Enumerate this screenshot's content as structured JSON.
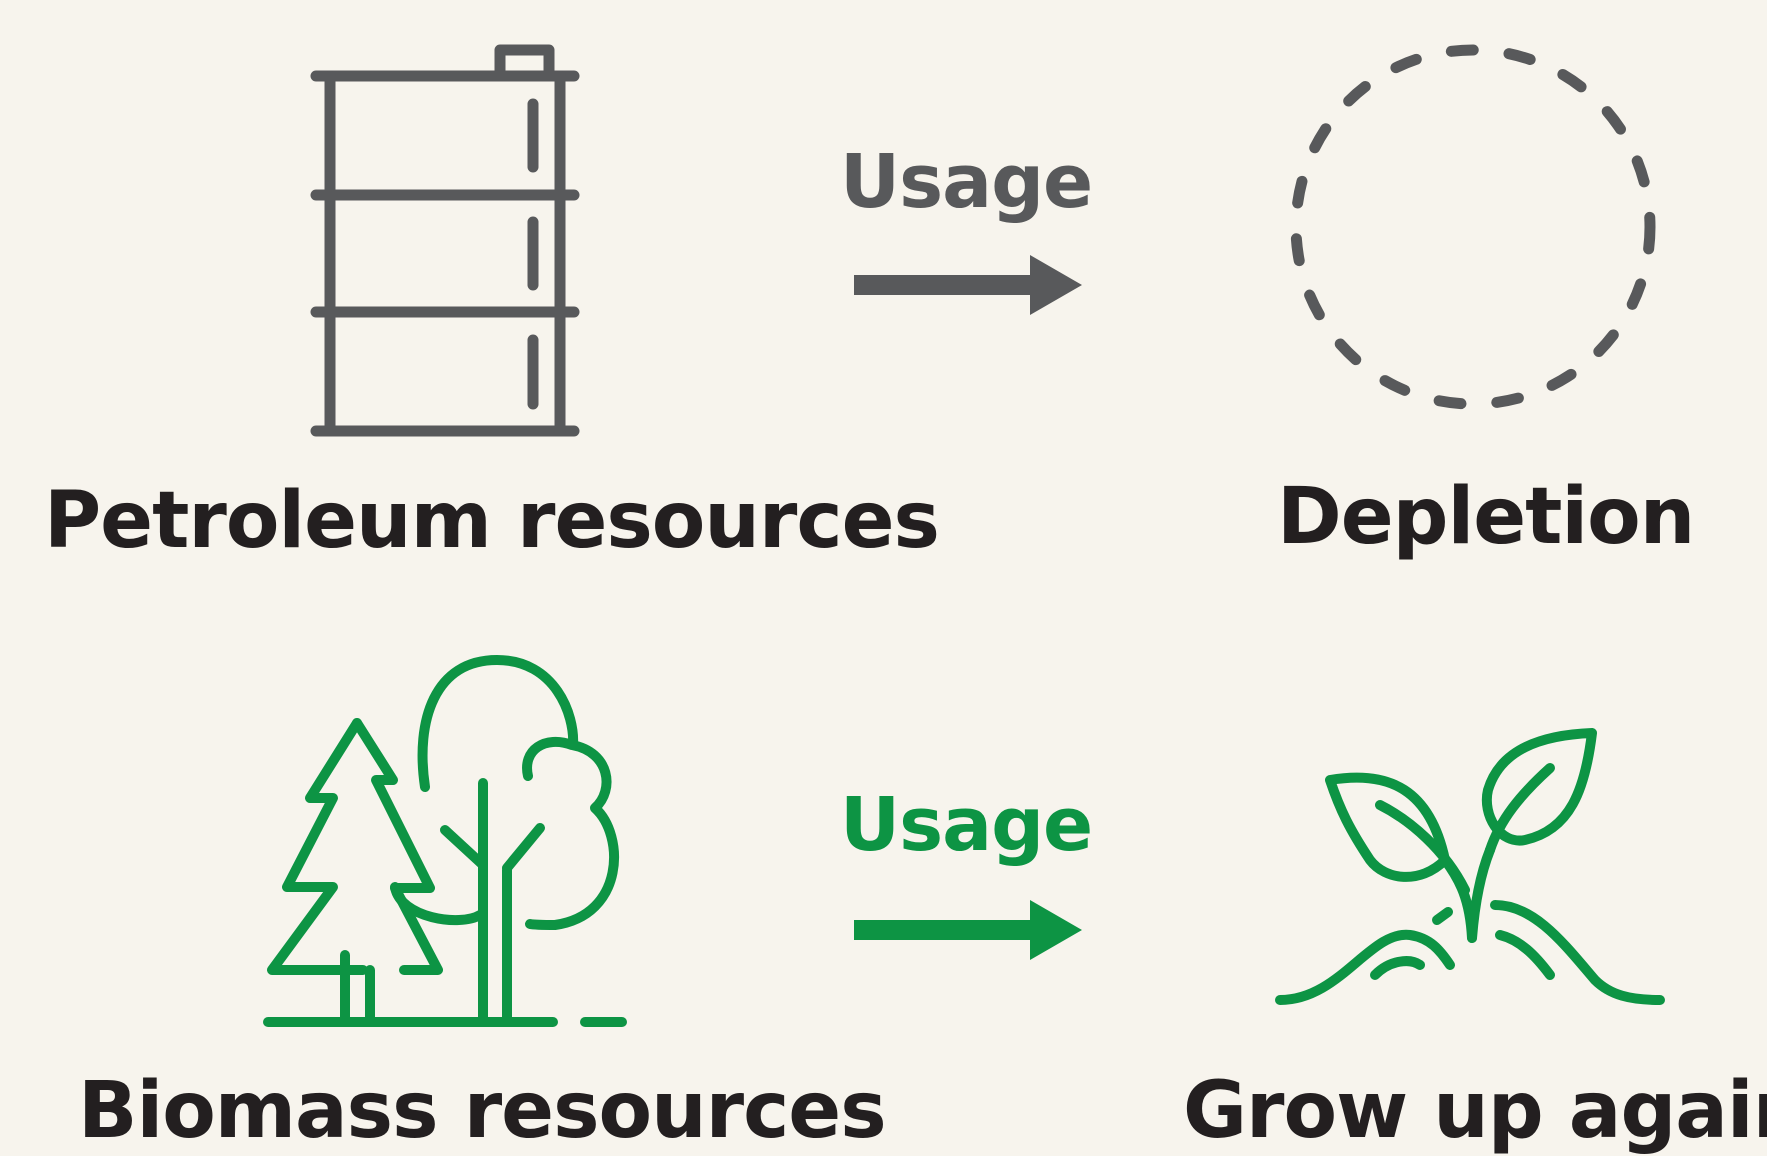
{
  "colors": {
    "background": "#f7f4ed",
    "petroleum_gray": "#58595b",
    "biomass_green": "#0d9444",
    "label_text": "#231f20"
  },
  "rows": [
    {
      "source_label": "Petroleum resources",
      "source_icon": "oil-barrel-icon",
      "arrow_label": "Usage",
      "result_label": "Depletion",
      "result_icon": "dashed-circle-icon"
    },
    {
      "source_label": "Biomass resources",
      "source_icon": "trees-icon",
      "arrow_label": "Usage",
      "result_label": "Grow up again",
      "result_icon": "sprout-icon"
    }
  ]
}
